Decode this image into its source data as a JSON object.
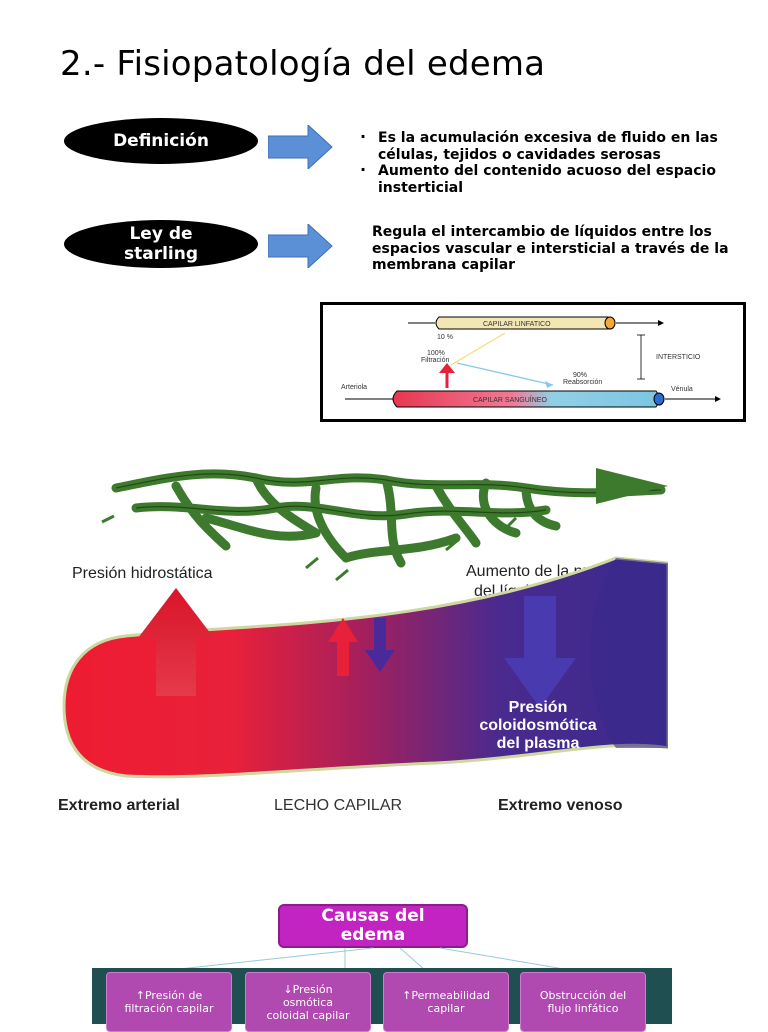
{
  "title": "2.- Fisiopatología del edema",
  "definition": {
    "label": "Definición",
    "bullets": [
      "Es la acumulación excesiva de fluido en las células, tejidos o cavidades serosas",
      "Aumento del contenido acuoso del espacio insterticial"
    ]
  },
  "starling": {
    "label_line1": "Ley de",
    "label_line2": "starling",
    "description": "Regula el intercambio de líquidos entre los espacios vascular e intersticial a través de la membrana capilar"
  },
  "diagram1": {
    "lymph": "CAPILAR LINFATICO",
    "pct10": "10 %",
    "pct100": "100%",
    "filtration": "Filtración",
    "pct90": "90%",
    "reabsorption": "Reabsorción",
    "interstitium": "INTERSTICIO",
    "arteriole": "Arteriola",
    "venule": "Vénula",
    "blood": "CAPILAR SANGUÍNEO"
  },
  "diagram2": {
    "hydrostatic": "Presión hidrostática",
    "interstitial_line1": "Aumento de la presión",
    "interstitial_line2": "del líquido intersticial",
    "oncotic_line1": "Presión",
    "oncotic_line2": "coloidosmótica",
    "oncotic_line3": "del plasma",
    "arterial_end": "Extremo arterial",
    "capillary_bed": "LECHO CAPILAR",
    "venous_end": "Extremo venoso"
  },
  "causes": {
    "title_line1": "Causas del",
    "title_line2": "edema",
    "items": [
      {
        "line1": "↑Presión de",
        "line2": "filtración capilar"
      },
      {
        "line1": "↓Presión",
        "line2": "osmótica",
        "line3": "coloidal capilar"
      },
      {
        "line1": "↑Permeabilidad",
        "line2": "capilar"
      },
      {
        "line1": "Obstrucción del",
        "line2": "flujo linfático"
      }
    ]
  },
  "colors": {
    "arrow": "#5b8fd6",
    "oval": "#000000",
    "artery": "#e8203a",
    "vein": "#3b2a8c",
    "lymph_green": "#3e7a2e",
    "causes_box": "#b049b0",
    "causes_band": "#1f4f50"
  }
}
